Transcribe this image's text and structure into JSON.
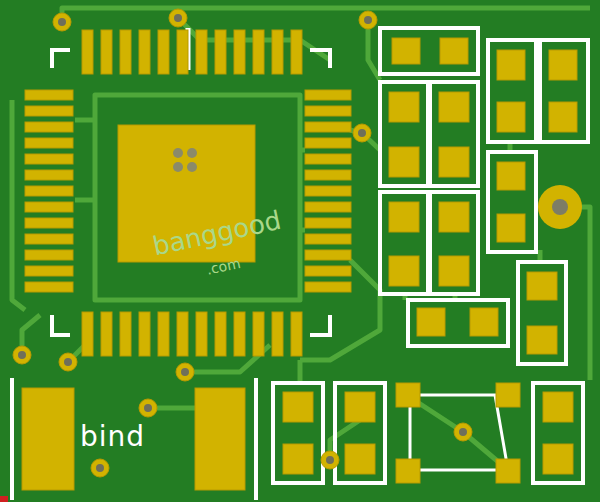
{
  "diagram": {
    "labels": [
      "bind",
      "banggood",
      ".com"
    ]
  }
}
